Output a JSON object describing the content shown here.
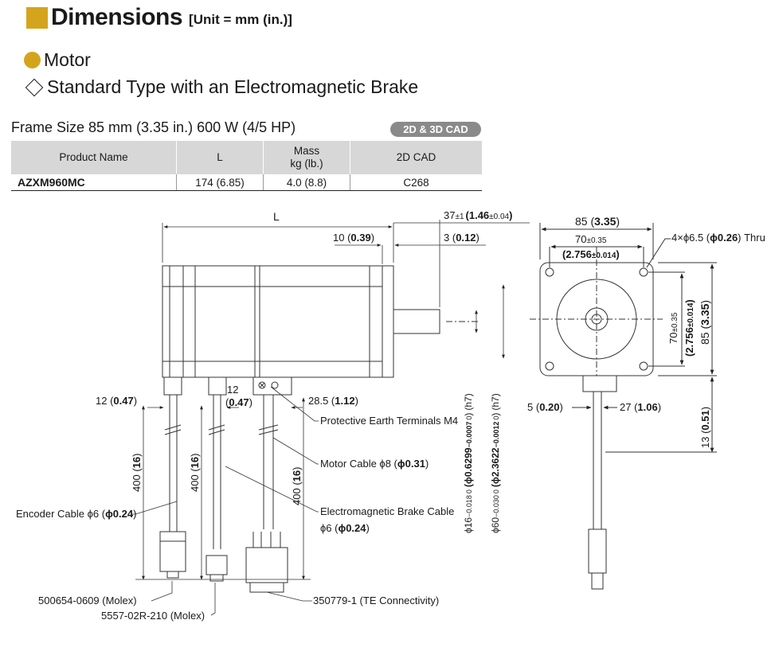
{
  "header": {
    "title": "Dimensions",
    "unit_note": "[Unit = mm (in.)]"
  },
  "sections": {
    "motor": "Motor",
    "type": "Standard Type with an Electromagnetic Brake"
  },
  "frame": {
    "caption": "Frame Size 85 mm (3.35 in.) 600 W (4/5 HP)",
    "cad_badge": "2D & 3D CAD"
  },
  "table": {
    "headers": [
      "Product Name",
      "L",
      "Mass",
      "kg (lb.)",
      "2D CAD"
    ],
    "row": [
      "AZXM960MC",
      "174 (6.85)",
      "4.0 (8.8)",
      "C268"
    ]
  },
  "drawing": {
    "labels": {
      "L": "L",
      "d37": "37",
      "d37_tol": "±1",
      "d37_in": "(1.46",
      "d37_in_tol": "±0.04",
      "d37_close": ")",
      "d10": "10",
      "d10_in": "0.39",
      "d3": "3",
      "d3_in": "0.12",
      "d12a": "12",
      "d12a_in": "0.47",
      "d12b": "12",
      "d12b_in": "0.47",
      "d28": "28.5",
      "d28_in": "1.12",
      "pe": "Protective Earth Terminals M4",
      "motor_cable": "Motor Cable ϕ8 (",
      "motor_cable_in": "ϕ0.31",
      "motor_cable_close": ")",
      "enc_cable": "Encoder Cable ϕ6 (",
      "enc_cable_in": "ϕ0.24",
      "enc_cable_close": ")",
      "brake_cable": "Electromagnetic Brake Cable",
      "brake_cable2": "ϕ6 (",
      "brake_cable2_in": "ϕ0.24",
      "brake_cable2_close": ")",
      "len400": "400",
      "len400_in": "16",
      "conn1": "500654-0609 (Molex)",
      "conn2": "5557-02R-210 (Molex)",
      "conn3": "350779-1 (TE Connectivity)",
      "shaft16": "ϕ16",
      "shaft16_tol": "−0.018",
      "shaft16_tol0": "0",
      "shaft16_in": "(ϕ0.6299",
      "shaft16_in_tol": "−0.0007",
      "shaft16_in_tol0": "0",
      "shaft16_close": ")",
      "h7": "(h7)",
      "pilot60": "ϕ60",
      "pilot60_tol": "−0.030",
      "pilot60_tol0": "0",
      "pilot60_in": "(ϕ2.3622",
      "pilot60_in_tol": "−0.0012",
      "pilot60_in_tol0": "0",
      "pilot60_close": ")",
      "d85": "85",
      "d85_in": "3.35",
      "d70": "70",
      "d70_tol": "±0.35",
      "d70_in": "(2.756",
      "d70_in_tol": "±0.014",
      "d70_close": ")",
      "holes": "4×ϕ6.5 (",
      "holes_in": "ϕ0.26",
      "holes_close": ") Thru",
      "d5": "5",
      "d5_in": "0.20",
      "d27": "27",
      "d27_in": "1.06",
      "d13": "13",
      "d13_in": "0.51"
    }
  },
  "colors": {
    "gold": "#d4a51c",
    "table_header": "#d7d7d7",
    "badge": "#8a8a8a"
  }
}
